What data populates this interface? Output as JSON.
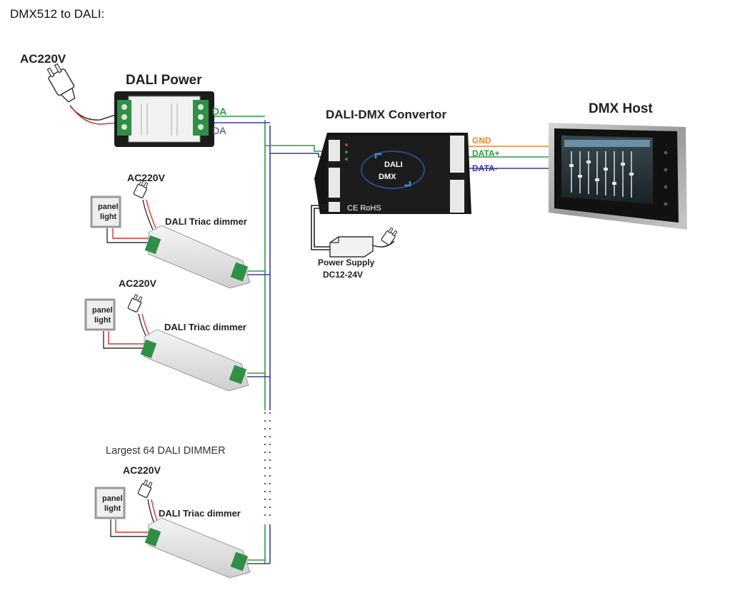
{
  "heading": "DMX512 to DALI:",
  "labels": {
    "ac_main": "AC220V",
    "dali_power": "DALI Power",
    "da_top": "DA",
    "da_bottom": "DA",
    "converter": "DALI-DMX Convertor",
    "dmx_host": "DMX Host",
    "gnd": "GND",
    "data_plus": "DATA+",
    "data_minus": "DATA-",
    "psu_line1": "Power Supply",
    "psu_line2": "DC12-24V",
    "largest": "Largest 64 DALI DIMMER",
    "converter_logo_top": "DALI",
    "converter_logo_bottom": "DMX",
    "converter_marks": "CE RoHS"
  },
  "dimmers": [
    {
      "ac": "AC220V",
      "panel_line1": "panel",
      "panel_line2": "light",
      "name": "DALI Triac dimmer"
    },
    {
      "ac": "AC220V",
      "panel_line1": "panel",
      "panel_line2": "light",
      "name": "DALI Triac dimmer"
    },
    {
      "ac": "AC220V",
      "panel_line1": "panel",
      "panel_line2": "light",
      "name": "DALI Triac dimmer"
    }
  ],
  "colors": {
    "green_wire": "#2e9a44",
    "blue_wire": "#3a3d9c",
    "orange_wire": "#e3892a",
    "red_wire": "#d9342b",
    "device_dark": "#1c1c1c",
    "device_light": "#ececec",
    "terminal_green": "#2f8f45"
  }
}
